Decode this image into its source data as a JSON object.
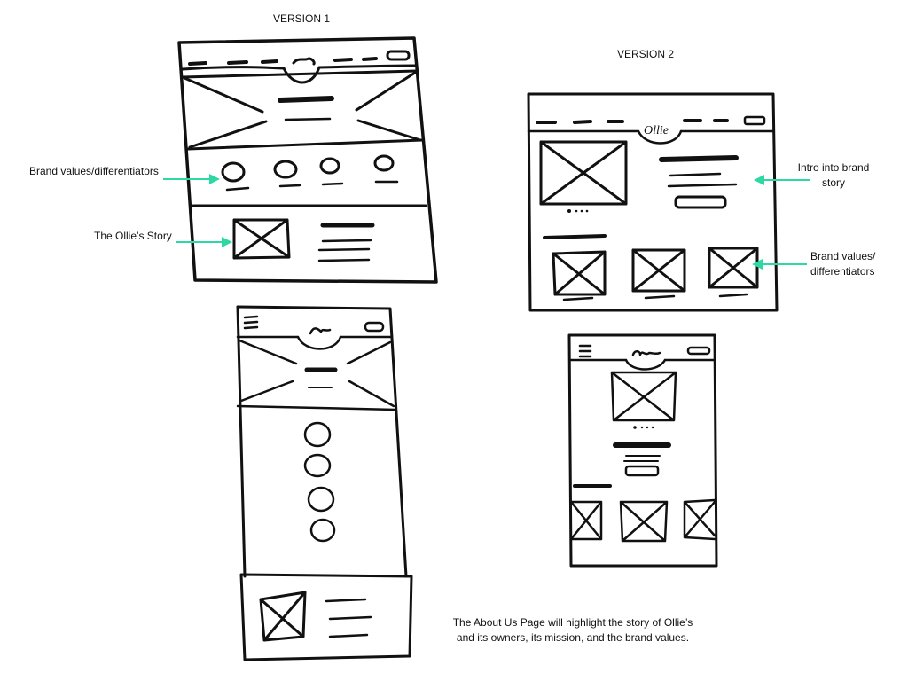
{
  "version1": {
    "heading": "VERSION 1",
    "annotations": {
      "brand_values": "Brand values/differentiators",
      "story": "The Ollie’s Story"
    }
  },
  "version2": {
    "heading": "VERSION 2",
    "annotations": {
      "intro": [
        "Intro into brand",
        "story"
      ],
      "brand_values": [
        "Brand values/",
        "differentiators"
      ]
    },
    "logo_text": "Ollie"
  },
  "footer_note": [
    "The About Us Page will highlight the story of Ollie’s",
    "and its owners, its mission, and the brand values."
  ],
  "colors": {
    "ink": "#111111",
    "arrow": "#2ed8a3",
    "background": "#ffffff"
  }
}
